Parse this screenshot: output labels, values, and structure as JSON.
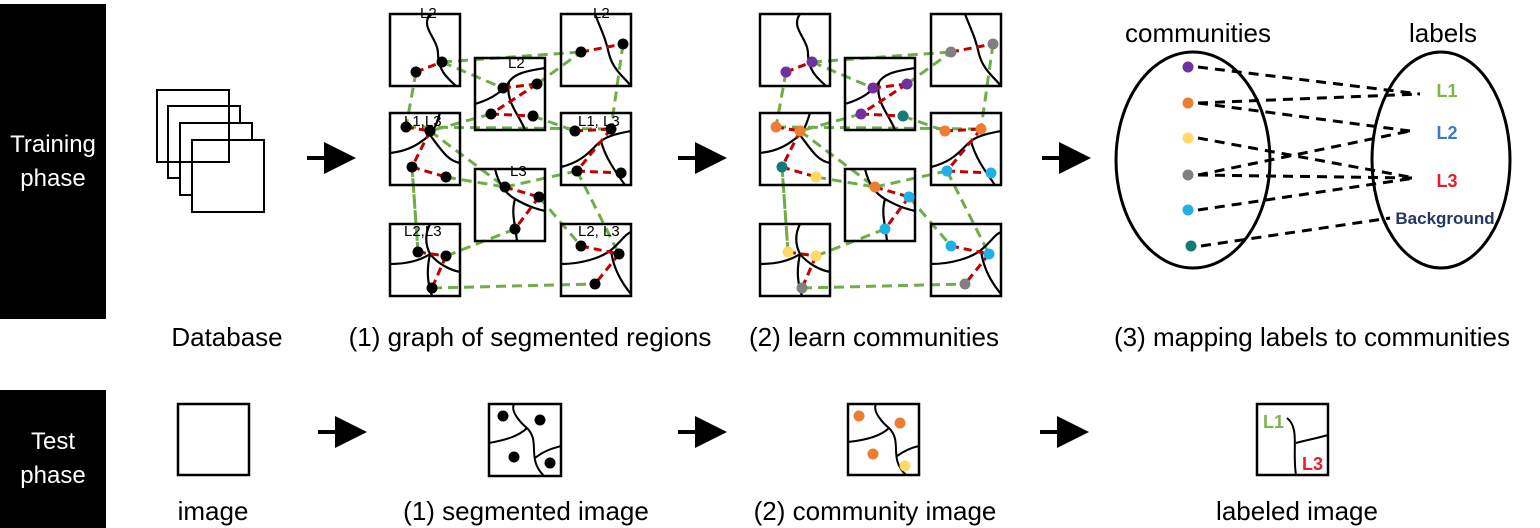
{
  "phases": {
    "training": "Training\nphase",
    "test": "Test\nphase"
  },
  "training_captions": {
    "database": "Database",
    "graph": "(1) graph of segmented regions",
    "learn": "(2) learn communities",
    "mapping": "(3) mapping labels to communities"
  },
  "test_captions": {
    "image": "image",
    "segmented": "(1) segmented image",
    "community": "(2) community image",
    "labeled": "labeled image"
  },
  "graph_region_labels": [
    "L2",
    "L2",
    "L2",
    "L1,L3",
    "L1, L3",
    "L3",
    "L2,L3",
    "L2, L3"
  ],
  "mapping": {
    "communities_title": "communities",
    "labels_title": "labels",
    "labels": [
      {
        "text": "L1",
        "color": "#7ab648"
      },
      {
        "text": "L2",
        "color": "#3a7dc1"
      },
      {
        "text": "L3",
        "color": "#e0202a"
      },
      {
        "text": "Background",
        "color": "#1f3864"
      }
    ],
    "community_colors": [
      "#7030a0",
      "#ed7d31",
      "#ffd966",
      "#808080",
      "#1fb1e6",
      "#127b73"
    ]
  },
  "labeled_image": {
    "label_a": "L1",
    "label_b": "L3"
  },
  "colors": {
    "edge_green": "#70ad47",
    "edge_red": "#c00000",
    "node_black": "#000000"
  }
}
